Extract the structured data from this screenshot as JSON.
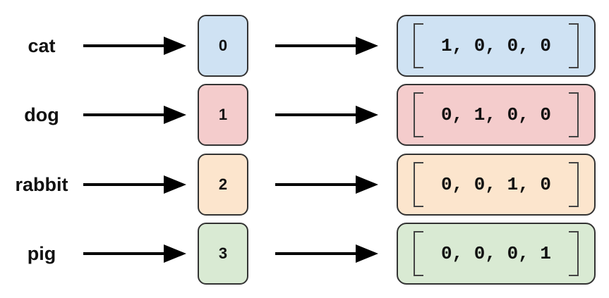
{
  "rows": [
    {
      "word": "cat",
      "index": "0",
      "vector": "1, 0, 0, 0",
      "color": "#cfe2f3"
    },
    {
      "word": "dog",
      "index": "1",
      "vector": "0, 1, 0, 0",
      "color": "#f4cccc"
    },
    {
      "word": "rabbit",
      "index": "2",
      "vector": "0, 0, 1, 0",
      "color": "#fce5cd"
    },
    {
      "word": "pig",
      "index": "3",
      "vector": "0, 0, 0, 1",
      "color": "#d9ead3"
    }
  ],
  "icons": {
    "word_to_index": "arrow-right-icon",
    "index_to_vector": "arrow-right-icon"
  }
}
